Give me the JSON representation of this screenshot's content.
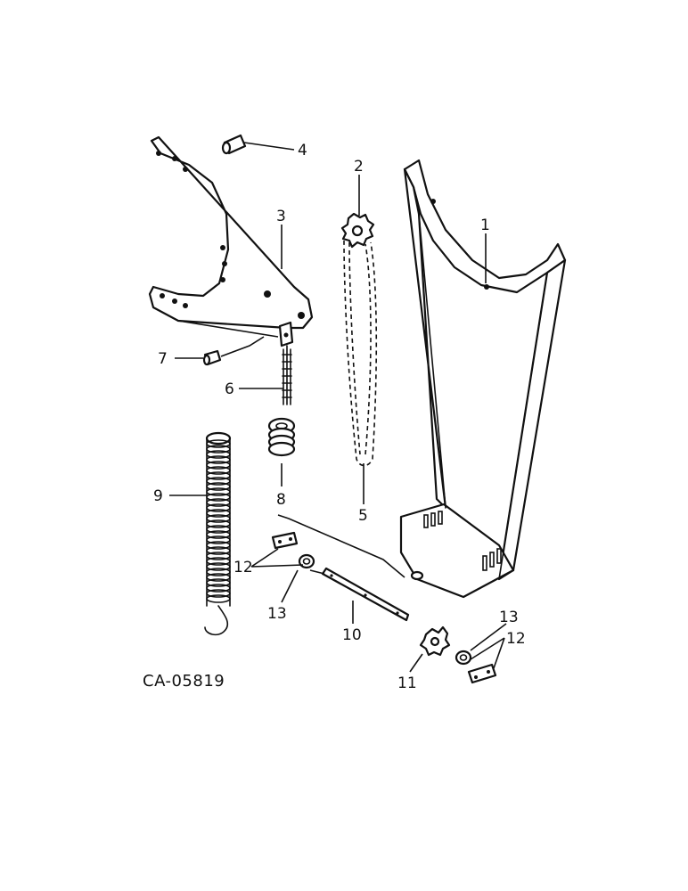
{
  "figure_code": "CA-05819",
  "callouts": {
    "c1": "1",
    "c2": "2",
    "c3": "3",
    "c4": "4",
    "c5": "5",
    "c6": "6",
    "c7": "7",
    "c8": "8",
    "c9": "9",
    "c10": "10",
    "c11": "11",
    "c12a": "12",
    "c12b": "12",
    "c13a": "13",
    "c13b": "13"
  }
}
